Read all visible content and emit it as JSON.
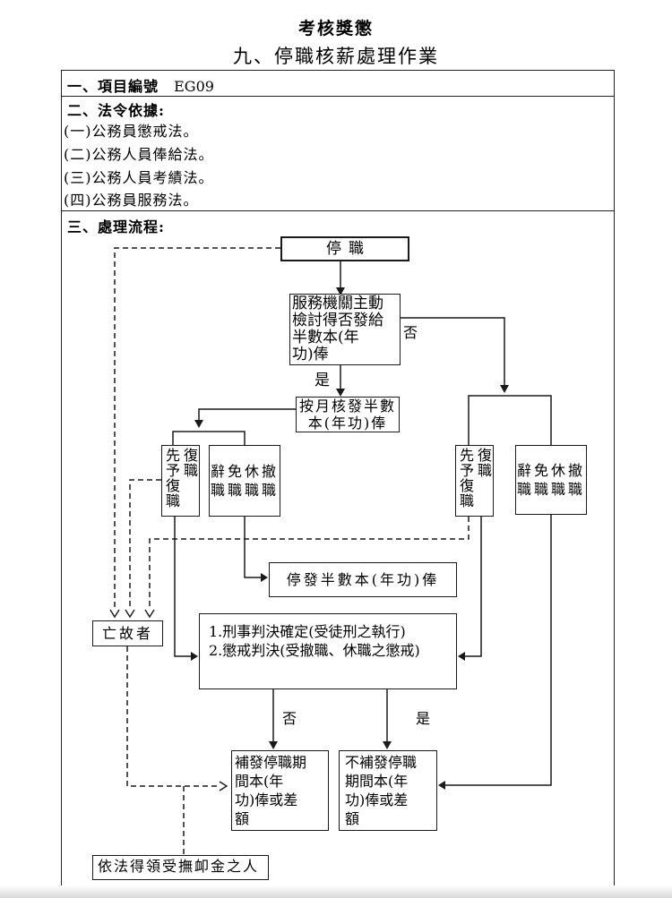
{
  "page": {
    "title": "考核獎懲",
    "subtitle": "九、停職核薪處理作業"
  },
  "sections": {
    "item_number_label": "一、項目編號",
    "item_number_value": "EG09",
    "legal_basis_label": "二、法令依據:",
    "legal_items": [
      "(一)公務員懲戒法。",
      "(二)公務人員俸給法。",
      "(三)公務人員考績法。",
      "(四)公務員服務法。"
    ],
    "process_label": "三、處理流程:"
  },
  "flowchart": {
    "nodes": {
      "suspend": "停職",
      "review_lines": [
        "服務機關主動",
        "檢討得否發給",
        "半數本(年",
        "功)俸"
      ],
      "monthly_lines": [
        "按月核發半數",
        "本(年功)俸"
      ],
      "reinstate_col_left": "先予復職",
      "reinstate_col_right": "復職",
      "dismiss_lines": [
        "辭免休撤",
        "職職職職"
      ],
      "stop_pay": "停發半數本(年功)俸",
      "judgment_lines": [
        "1.刑事判決確定(受徒刑之執行)",
        "2.懲戒判決(受撤職、休職之懲戒)"
      ],
      "deceased": "亡故者",
      "reissue_lines": [
        "補發停職期",
        "間本(年",
        "功)俸或差",
        "額"
      ],
      "no_reissue_lines": [
        "不補發停職",
        "期間本(年",
        "功)俸或差",
        "額"
      ],
      "pension": "依法得領受撫卹金之人"
    },
    "labels": {
      "no_top": "否",
      "yes_top": "是",
      "no_bottom": "否",
      "yes_bottom": "是"
    },
    "colors": {
      "line": "#1a1a1a",
      "text": "#000000",
      "background": "#ffffff"
    }
  }
}
